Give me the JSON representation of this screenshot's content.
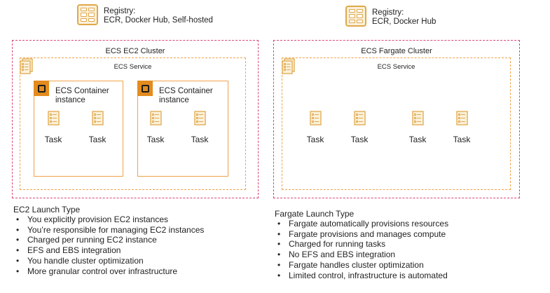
{
  "registries": [
    {
      "title": "Registry:",
      "detail": "ECR, Docker Hub, Self-hosted"
    },
    {
      "title": "Registry:",
      "detail": "ECR, Docker Hub"
    }
  ],
  "ec2_cluster": {
    "title": "ECS EC2 Cluster",
    "service_title": "ECS Service",
    "instances": [
      {
        "title": "ECS Container instance",
        "tasks": [
          "Task",
          "Task"
        ]
      },
      {
        "title": "ECS Container instance",
        "tasks": [
          "Task",
          "Task"
        ]
      }
    ]
  },
  "fargate_cluster": {
    "title": "ECS Fargate Cluster",
    "service_title": "ECS Service",
    "tasks": [
      "Task",
      "Task",
      "Task",
      "Task"
    ]
  },
  "ec2_launch": {
    "title": "EC2 Launch Type",
    "items": [
      "You explicitly provision EC2 instances",
      "You’re responsible for managing EC2 instances",
      "Charged per running EC2 instance",
      "EFS and EBS integration",
      "You handle cluster optimization",
      "More granular control over infrastructure"
    ]
  },
  "fargate_launch": {
    "title": "Fargate Launch Type",
    "items": [
      "Fargate automatically provisions resources",
      "Fargate provisions and manages compute",
      "Charged for running tasks",
      "No EFS and EBS integration",
      "Fargate handles cluster optimization",
      "Limited control, infrastructure is automated"
    ]
  },
  "colors": {
    "cluster_border": "#d8457a",
    "service_border": "#f0a24a",
    "instance_badge": "#e38b1e",
    "icon_fill": "#fbf1dc"
  },
  "icons": {
    "registry": "registry-icon",
    "service": "ecs-service-icon",
    "instance": "container-instance-icon",
    "task": "task-icon"
  }
}
